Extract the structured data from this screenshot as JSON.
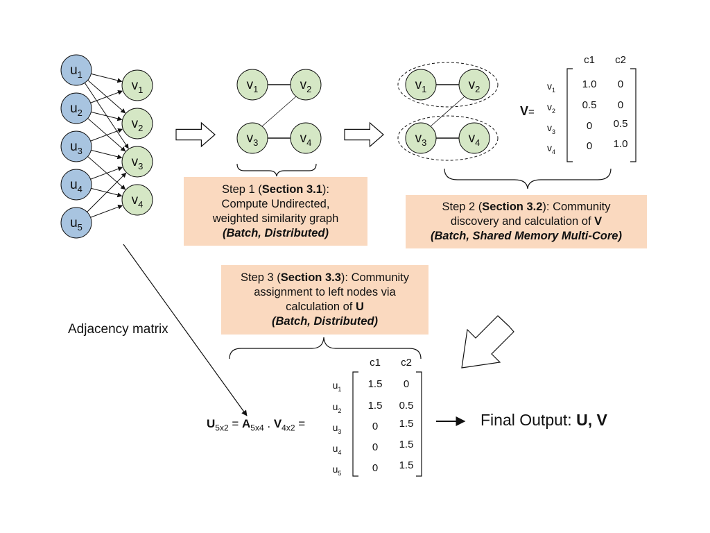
{
  "colors": {
    "u_node_fill": "#a8c4e0",
    "v_node_fill": "#d5e7c5",
    "step_box_fill": "#fad9bf",
    "stroke": "#111111"
  },
  "bipartite_graph": {
    "u_nodes": [
      "u",
      "u",
      "u",
      "u",
      "u"
    ],
    "u_subscripts": [
      "1",
      "2",
      "3",
      "4",
      "5"
    ],
    "v_nodes": [
      "v",
      "v",
      "v",
      "v"
    ],
    "v_subscripts": [
      "1",
      "2",
      "3",
      "4"
    ],
    "edges": [
      [
        1,
        1
      ],
      [
        1,
        2
      ],
      [
        1,
        3
      ],
      [
        2,
        1
      ],
      [
        2,
        2
      ],
      [
        2,
        3
      ],
      [
        3,
        2
      ],
      [
        3,
        3
      ],
      [
        3,
        4
      ],
      [
        4,
        3
      ],
      [
        4,
        4
      ],
      [
        5,
        3
      ],
      [
        5,
        4
      ]
    ],
    "adjacency_label": "Adjacency matrix"
  },
  "similarity_graph": {
    "node_subscripts": [
      "1",
      "2",
      "3",
      "4"
    ]
  },
  "community_graph": {
    "node_subscripts": [
      "1",
      "2",
      "3",
      "4"
    ]
  },
  "step1": {
    "prefix": "Step 1 (",
    "section": "Section 3.1",
    "suffix": "):",
    "line2": "Compute Undirected,",
    "line3": "weighted similarity graph",
    "mode": "(Batch, Distributed)"
  },
  "step2": {
    "prefix": "Step 2 (",
    "section": "Section 3.2",
    "suffix": "): Community",
    "line2_prefix": "discovery and calculation of ",
    "line2_bold": "V",
    "mode": "(Batch, Shared Memory Multi-Core)"
  },
  "step3": {
    "prefix": "Step 3 (",
    "section": "Section 3.3",
    "suffix": "): Community",
    "line2": "assignment to left nodes via",
    "line3_prefix": "calculation of ",
    "line3_bold": "U",
    "mode": "(Batch, Distributed)"
  },
  "v_matrix": {
    "label": "V",
    "equals": "=",
    "col_headers": [
      "c1",
      "c2"
    ],
    "row_base": "v",
    "row_subscripts": [
      "1",
      "2",
      "3",
      "4"
    ],
    "values": [
      [
        "1.0",
        "0"
      ],
      [
        "0.5",
        "0"
      ],
      [
        "0",
        "0.5"
      ],
      [
        "0",
        "1.0"
      ]
    ]
  },
  "u_matrix": {
    "col_headers": [
      "c1",
      "c2"
    ],
    "row_base": "u",
    "row_subscripts": [
      "1",
      "2",
      "3",
      "4",
      "5"
    ],
    "values": [
      [
        "1.5",
        "0"
      ],
      [
        "1.5",
        "0.5"
      ],
      [
        "0",
        "1.5"
      ],
      [
        "0",
        "1.5"
      ],
      [
        "0",
        "1.5"
      ]
    ]
  },
  "equation": {
    "u": "U",
    "u_sub": "5x2",
    "eq": " = ",
    "a": "A",
    "a_sub": "5x4",
    "dot": " . ",
    "v": "V",
    "v_sub": "4x2",
    "eq2": " ="
  },
  "final_output": {
    "prefix": "Final Output: ",
    "bold": "U, V"
  }
}
